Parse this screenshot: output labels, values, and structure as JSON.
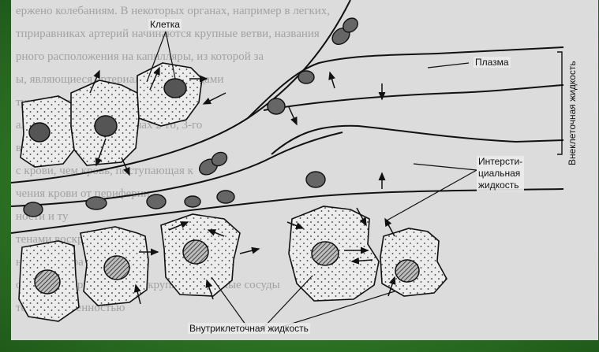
{
  "labels": {
    "cell": "Клетка",
    "plasma": "Плазма",
    "interstitial_line1": "Интерсти-",
    "interstitial_line2": "циальная",
    "interstitial_line3": "жидкость",
    "extracellular": "Внеклеточная жидкость",
    "intracellular": "Внутриклеточная жидкость"
  },
  "background_text": [
    "ержено колебаниям. В некоторых органах, например в легких,",
    "тприравниках артерий начинаются крупные ветви, названия",
    "рного расположения на капилляры, из которой за",
    "ы, являющиеся артериальными сосудами",
    "туются путем слияния капилляров",
    "ально соединяются в венах 2-го, 3-го",
    "вой",
    "с крови, чем кровь, поступающая к",
    "чения крови от периферии",
    "ности и ту",
    "тенами воскрут",
    "ние диаметра",
    "с вен формируются более крупные венозные сосуды",
    "тетной особенностью"
  ],
  "colors": {
    "frame": "#2f7a25",
    "paper": "#dcdcdc",
    "ink": "#1a1a1a"
  }
}
